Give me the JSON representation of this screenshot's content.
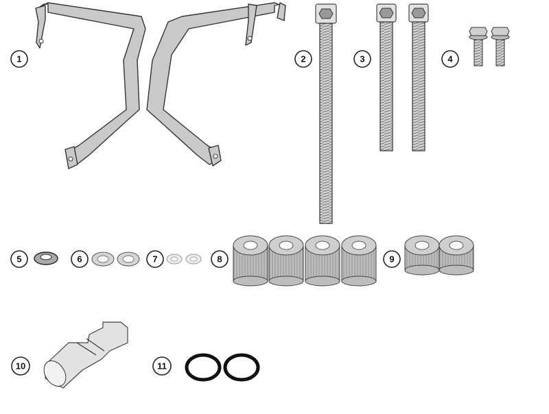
{
  "diagram": {
    "part_labels": [
      "1",
      "2",
      "3",
      "4",
      "5",
      "6",
      "7",
      "8",
      "9",
      "10",
      "11"
    ],
    "colors": {
      "metal": "#c9c9c9",
      "outline": "#333333",
      "ring": "#111111",
      "label_circle_fill": "#ffffff"
    }
  }
}
